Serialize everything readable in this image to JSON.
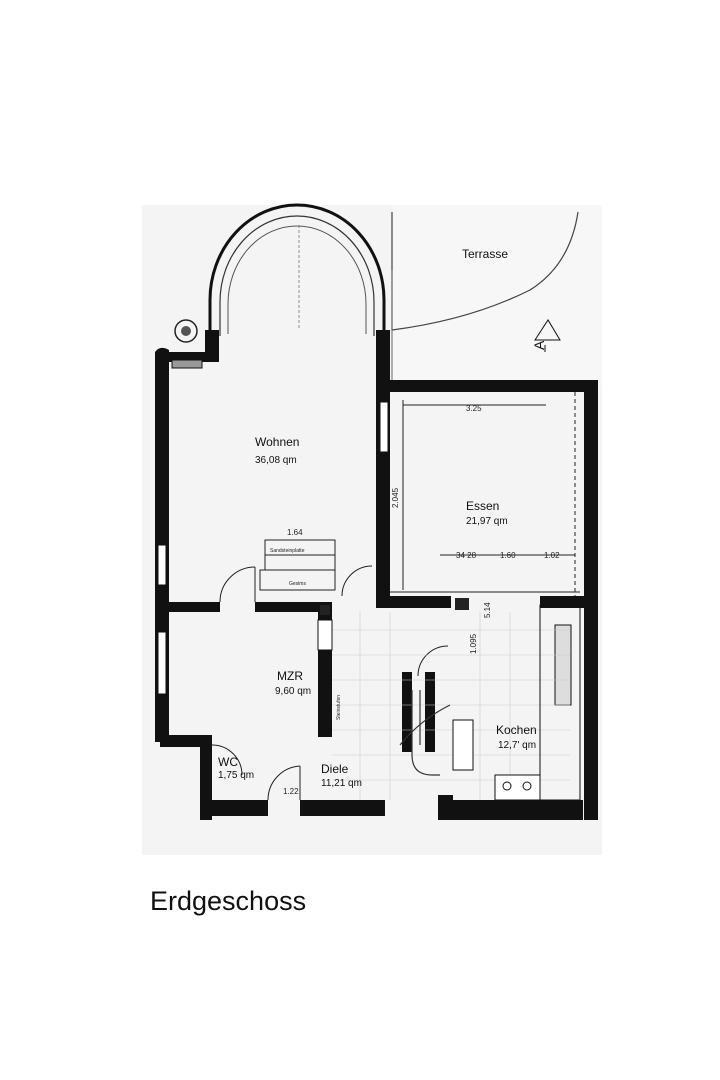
{
  "caption": "Erdgeschoss",
  "rooms": {
    "terrasse": {
      "name": "Terrasse"
    },
    "wohnen": {
      "name": "Wohnen",
      "area": "36,08 qm"
    },
    "essen": {
      "name": "Essen",
      "area": "21,97 qm"
    },
    "mzr": {
      "name": "MZR",
      "area": "9,60 qm"
    },
    "wc": {
      "name": "WC",
      "area": "1,75 qm"
    },
    "diele": {
      "name": "Diele",
      "area": "11,21 qm"
    },
    "kochen": {
      "name": "Kochen",
      "area": "12,7' qm"
    }
  },
  "dimensions": {
    "essen_width": "3.25",
    "wohnen_shelf": "1.64",
    "essen_side": "2.045",
    "essen_row_a": "34 28",
    "essen_row_b": "1.60",
    "essen_row_c": "1.02",
    "entry_door": "1.22",
    "kitchen_a": "1.095",
    "kitchen_b": "5.14"
  },
  "annotations": {
    "section_marker": "A",
    "shelf_label": "Sandsteinplatte",
    "shelf_sub": "Gesims",
    "stair_label": "Steinstufen"
  }
}
